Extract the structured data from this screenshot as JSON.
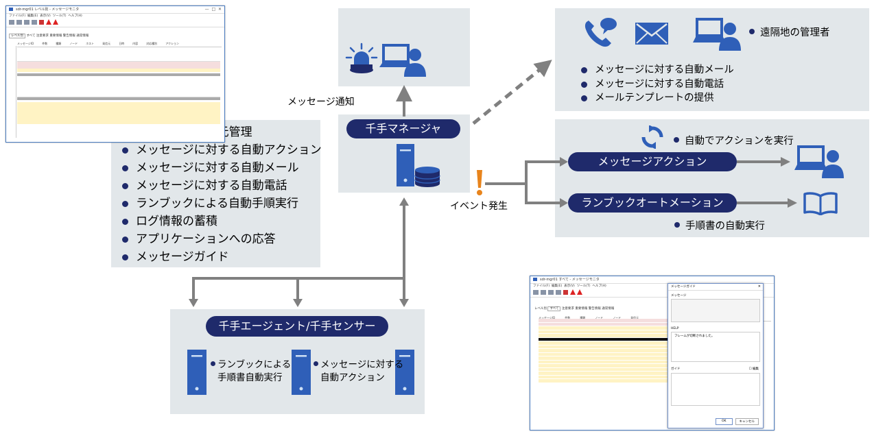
{
  "manager": {
    "title": "千手マネージャ",
    "features": [
      "メッセージの一元管理",
      "メッセージに対する自動アクション",
      "メッセージに対する自動メール",
      "メッセージに対する自動電話",
      "ランブックによる自動手順実行",
      "ログ情報の蓄積",
      "アプリケーションへの応答",
      "メッセージガイド"
    ]
  },
  "notification": {
    "label": "メッセージ通知"
  },
  "remote": {
    "admin_label": "遠隔地の管理者",
    "items": [
      "メッセージに対する自動メール",
      "メッセージに対する自動電話",
      "メールテンプレートの提供"
    ]
  },
  "event": {
    "label": "イベント発生"
  },
  "actions": {
    "auto_label": "自動でアクションを実行",
    "message_action": "メッセージアクション",
    "runbook": "ランブックオートメーション",
    "procedure_label": "手順書の自動実行"
  },
  "agent": {
    "title": "千手エージェント/千手センサー",
    "runbook_line1": "ランブックによる",
    "runbook_line2": "手順書自動実行",
    "action_line1": "メッセージに対する",
    "action_line2": "自動アクション"
  },
  "screenshots": {
    "left": {
      "title": "sdr-mgr01 レベル別 - メッセージモニタ",
      "menus": [
        "ファイル(F)",
        "編集(E)",
        "表示(V)",
        "ツール(T)",
        "ヘルプ(H)"
      ],
      "tabs": [
        "レベル別",
        "すべて",
        "注意要求",
        "重要情報",
        "警告情報",
        "通常情報"
      ],
      "columns": [
        "メッセージID",
        "件数",
        "種類",
        "ノード",
        "ホスト",
        "発信元",
        "日時",
        "内容",
        "対応種別",
        "アクション"
      ]
    },
    "right": {
      "title": "sdr-mgr01 すべて - メッセージモニタ",
      "menus": [
        "ファイル(F)",
        "編集(E)",
        "表示(V)",
        "ツール(T)",
        "ヘルプ(H)"
      ],
      "tabs": [
        "レベル別",
        "すべて",
        "注意要求",
        "重要情報",
        "警告情報",
        "通常情報"
      ],
      "columns": [
        "メッセージID",
        "件数",
        "種類",
        "ノード",
        "ノード",
        "発信元"
      ],
      "dialog": {
        "title": "メッセージガイド",
        "message_label": "メッセージ",
        "help_label": "HELP",
        "help_text": "フレームが切断されました。",
        "guide_label": "ガイド",
        "edit_label": "編集",
        "ok": "OK",
        "cancel": "キャンセル"
      }
    }
  },
  "colors": {
    "navy": "#1f2a6b",
    "icon_blue": "#2f5fb8",
    "panel": "#e2e7ea",
    "arrow": "#808080",
    "event_orange": "#e8841c"
  }
}
